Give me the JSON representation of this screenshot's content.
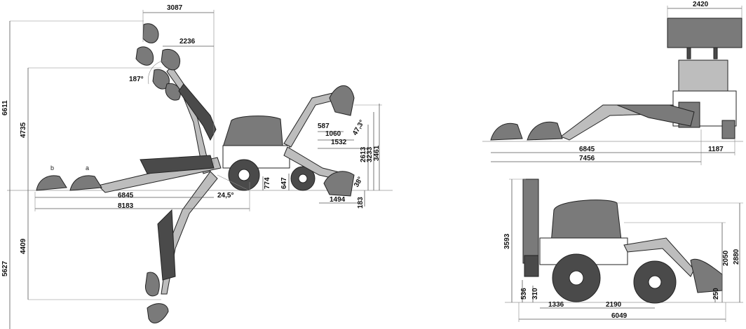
{
  "side_view": {
    "dims": {
      "top_width": "3087",
      "upper_reach": "2236",
      "angle_swing": "187°",
      "total_height": "6611",
      "dump_height": "4735",
      "reach_a": "6845",
      "reach_b": "8183",
      "dig_depth": "4409",
      "max_depth": "5627",
      "departure_angle": "24,5°",
      "clearance_rear": "774",
      "clearance_front": "647",
      "loader_587": "587",
      "loader_1060": "1060",
      "loader_1532": "1532",
      "loader_angle_47": "47,3°",
      "loader_angle_38": "38°",
      "h_2613": "2613",
      "h_3233": "3233",
      "h_3461": "3461",
      "loader_reach": "1494",
      "loader_depth": "183"
    },
    "labels": {
      "a": "a",
      "b": "b"
    }
  },
  "top_view": {
    "dims": {
      "cab_width": "2420",
      "reach_6845": "6845",
      "reach_7456": "7456",
      "tyre_1187": "1187"
    }
  },
  "bottom_view": {
    "dims": {
      "height_3593": "3593",
      "height_2050": "2050",
      "height_2880": "2880",
      "h_536": "536",
      "h_310": "310",
      "h_250": "250",
      "w_1336": "1336",
      "w_2190": "2190",
      "w_6049": "6049"
    }
  }
}
